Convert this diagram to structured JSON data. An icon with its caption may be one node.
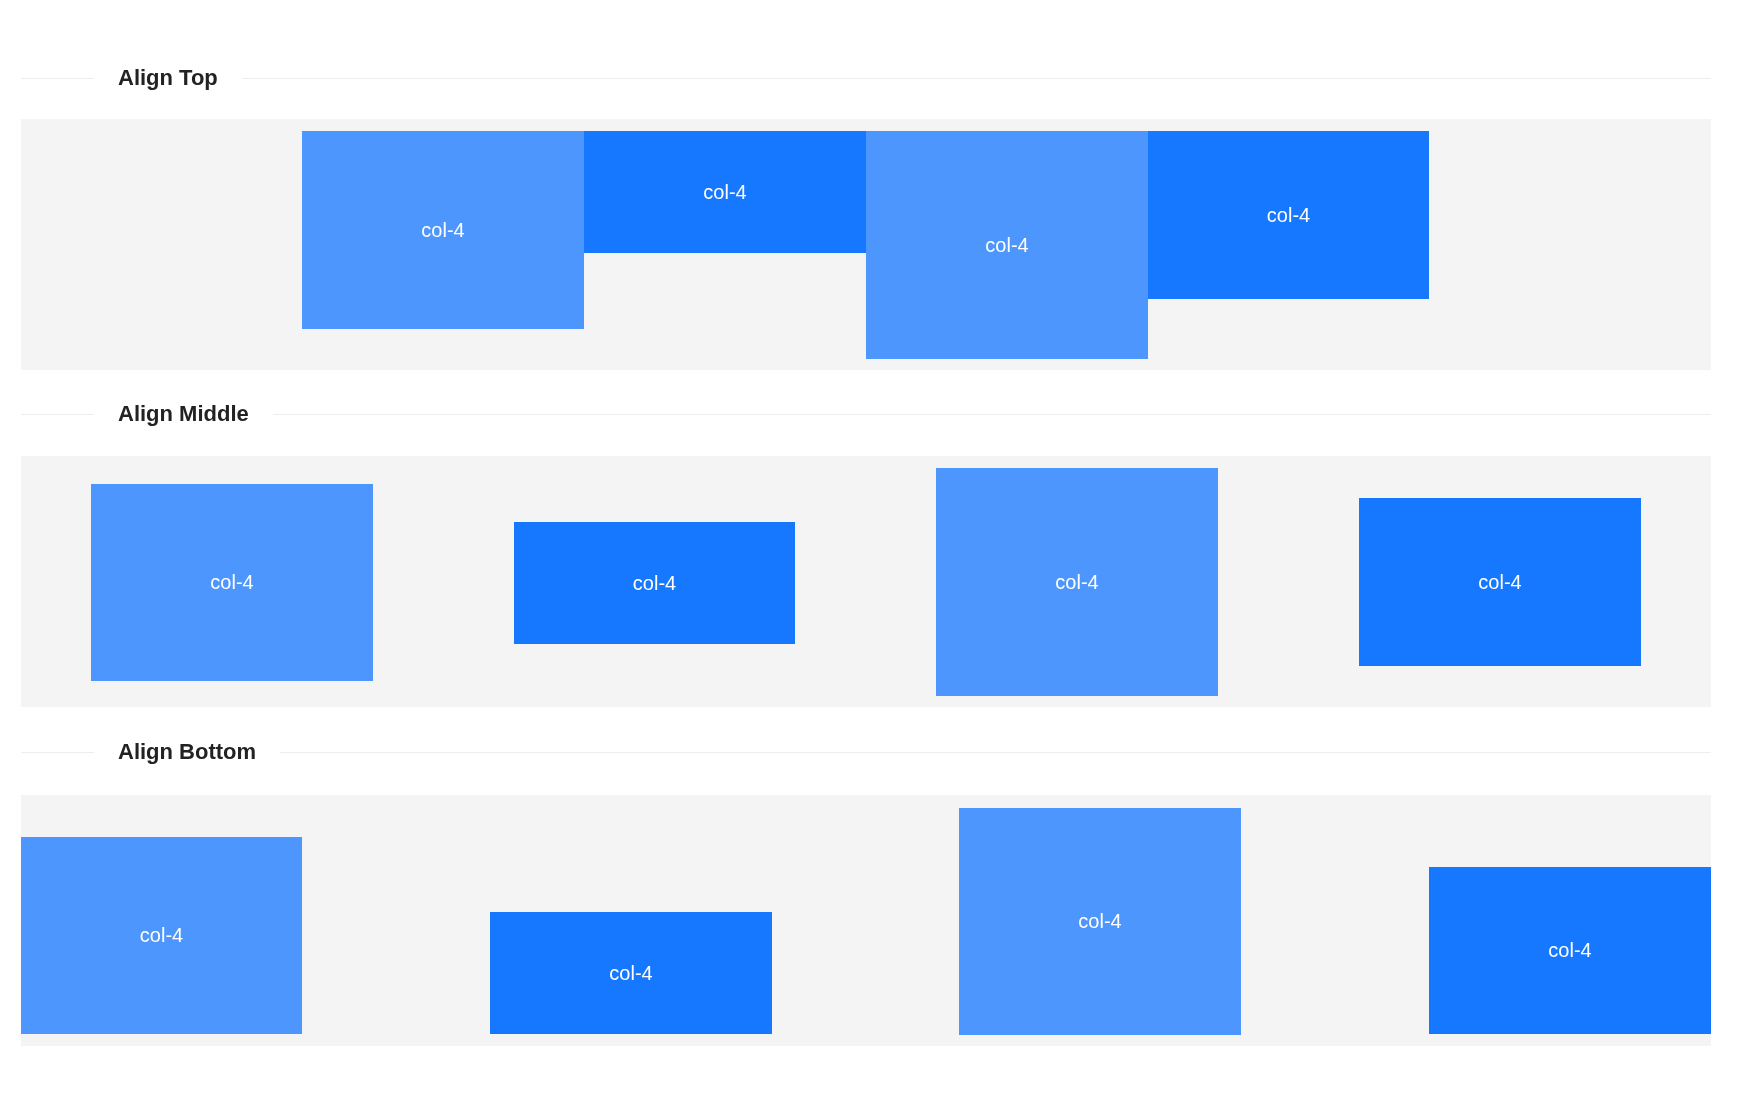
{
  "diagram": {
    "nodes": [
      {
        "text": [
          "Align Top"
        ]
      },
      {
        "text": [
          "col-4"
        ],
        "in": 0
      },
      {
        "text": [
          "col-4"
        ],
        "in": 0
      },
      {
        "text": [
          "col-4"
        ],
        "in": 0
      },
      {
        "text": [
          "col-4"
        ],
        "in": 0
      },
      {
        "text": [
          "Align Middle"
        ]
      },
      {
        "text": [
          "col-4"
        ],
        "in": 5
      },
      {
        "text": [
          "col-4"
        ],
        "in": 5
      },
      {
        "text": [
          "col-4"
        ],
        "in": 5
      },
      {
        "text": [
          "col-4"
        ],
        "in": 5
      },
      {
        "text": [
          "Align Bottom"
        ]
      },
      {
        "text": [
          "col-4"
        ],
        "in": 10
      },
      {
        "text": [
          "col-4"
        ],
        "in": 10
      },
      {
        "text": [
          "col-4"
        ],
        "in": 10
      },
      {
        "text": [
          "col-4"
        ],
        "in": 10
      }
    ],
    "edges": []
  }
}
